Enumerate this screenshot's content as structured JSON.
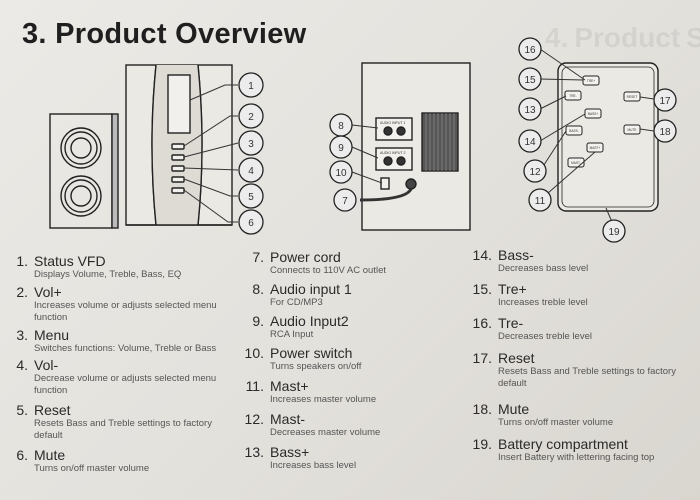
{
  "page": {
    "title": "3. Product Overview",
    "ghost_title_parts": [
      "4.",
      "Product",
      "Setup"
    ]
  },
  "callouts": {
    "front": [
      "1",
      "2",
      "3",
      "4",
      "5",
      "6"
    ],
    "back": [
      "7",
      "8",
      "9",
      "10"
    ],
    "remote": [
      "11",
      "12",
      "13",
      "14",
      "15",
      "16",
      "17",
      "18",
      "19"
    ]
  },
  "rear_panel": {
    "label_audio1": "AUDIO INPUT 1",
    "label_audio2": "AUDIO INPUT 2"
  },
  "remote_buttons": [
    "TRE+",
    "TRE-",
    "BASS+",
    "BASS-",
    "MAST+",
    "MAST-",
    "RESET",
    "MUTE"
  ],
  "items": [
    {
      "n": "1.",
      "title": "Status VFD",
      "desc": "Displays Volume, Treble, Bass, EQ"
    },
    {
      "n": "2.",
      "title": "Vol+",
      "desc": "Increases volume or adjusts selected menu function"
    },
    {
      "n": "3.",
      "title": "Menu",
      "desc": "Switches functions: Volume, Treble or Bass"
    },
    {
      "n": "4.",
      "title": "Vol-",
      "desc": "Decrease volume or adjusts selected menu function"
    },
    {
      "n": "5.",
      "title": "Reset",
      "desc": "Resets Bass and Treble settings to factory default"
    },
    {
      "n": "6.",
      "title": "Mute",
      "desc": "Turns on/off master volume"
    },
    {
      "n": "7.",
      "title": "Power cord",
      "desc": "Connects to 110V AC outlet"
    },
    {
      "n": "8.",
      "title": "Audio input 1",
      "desc": "For CD/MP3"
    },
    {
      "n": "9.",
      "title": "Audio Input2",
      "desc": "RCA Input"
    },
    {
      "n": "10.",
      "title": "Power switch",
      "desc": "Turns speakers on/off"
    },
    {
      "n": "11.",
      "title": "Mast+",
      "desc": "Increases master volume"
    },
    {
      "n": "12.",
      "title": "Mast-",
      "desc": "Decreases master volume"
    },
    {
      "n": "13.",
      "title": "Bass+",
      "desc": "Increases bass level"
    },
    {
      "n": "14.",
      "title": "Bass-",
      "desc": "Decreases bass level"
    },
    {
      "n": "15.",
      "title": "Tre+",
      "desc": "Increases treble level"
    },
    {
      "n": "16.",
      "title": "Tre-",
      "desc": "Decreases treble level"
    },
    {
      "n": "17.",
      "title": "Reset",
      "desc": "Resets Bass and Treble settings to factory default"
    },
    {
      "n": "18.",
      "title": "Mute",
      "desc": "Turns on/off master volume"
    },
    {
      "n": "19.",
      "title": "Battery compartment",
      "desc": "Insert Battery with lettering facing top"
    }
  ]
}
